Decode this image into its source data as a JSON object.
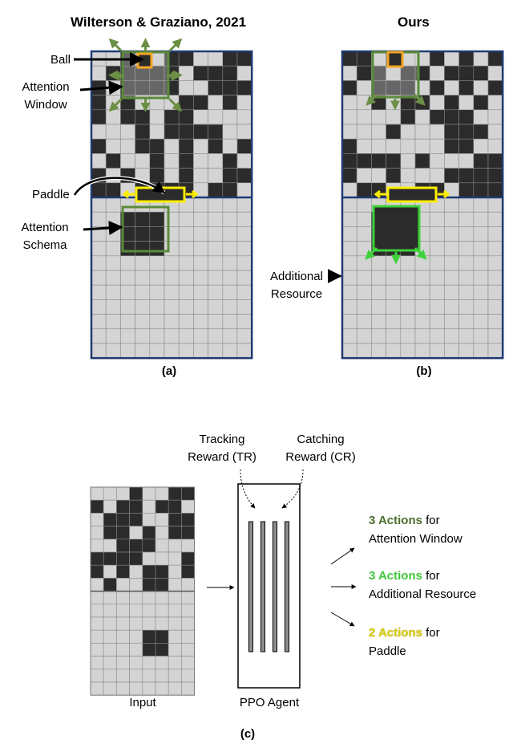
{
  "panel_a": {
    "title": "Wilterson & Graziano, 2021",
    "caption": "(a)",
    "labels": {
      "ball": "Ball",
      "attention_window_line1": "Attention",
      "attention_window_line2": "Window",
      "paddle": "Paddle",
      "attention_schema_line1": "Attention",
      "attention_schema_line2": "Schema"
    }
  },
  "panel_b": {
    "title": "Ours",
    "caption": "(b)",
    "labels": {
      "additional_resource_line1": "Additional",
      "additional_resource_line2": "Resource"
    }
  },
  "panel_c": {
    "caption": "(c)",
    "input_label": "Input",
    "agent_label": "PPO Agent",
    "tracking_reward_line1": "Tracking",
    "tracking_reward_line2": "Reward (TR)",
    "catching_reward_line1": "Catching",
    "catching_reward_line2": "Reward (CR)",
    "actions": [
      {
        "count": "3 Actions",
        "for": " for",
        "target": "Attention Window",
        "color": "#4a6e2e"
      },
      {
        "count": "3 Actions",
        "for": " for",
        "target": "Additional Resource",
        "color": "#3fc73a"
      },
      {
        "count": "2 Actions",
        "for": " for",
        "target": "Paddle",
        "color": "#d9cf14"
      }
    ]
  },
  "colors": {
    "grid_border": "#1f3b73",
    "cell_light": "#d4d4d4",
    "cell_dark": "#2b2b2b",
    "ball_box": "#f5a623",
    "window_box": "#5b8a3a",
    "paddle_box": "#ffee00",
    "resource_box": "#3fd13a"
  }
}
